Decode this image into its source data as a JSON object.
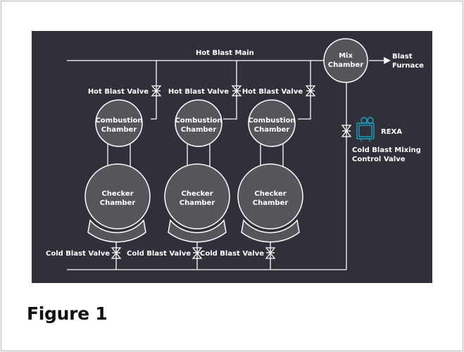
{
  "diagram": {
    "hot_blast_main": "Hot Blast Main",
    "mix_chamber": [
      "Mix",
      "Chamber"
    ],
    "blast_furnace": [
      "Blast",
      "Furnace"
    ],
    "rexa": "REXA",
    "cold_blast_mixing": [
      "Cold Blast Mixing",
      "Control Valve"
    ],
    "hot_blast_valve": "Hot Blast Valve",
    "cold_blast_valve": "Cold Blast Valve",
    "combustion_chamber": [
      "Combustion",
      "Chamber"
    ],
    "checker_chamber": [
      "Checker",
      "Chamber"
    ]
  },
  "colors": {
    "panel": "#2f3038",
    "chamber_fill": "#55565c",
    "line": "#ffffff",
    "rexa_accent": "#1aa3c4"
  },
  "caption": "Figure 1"
}
